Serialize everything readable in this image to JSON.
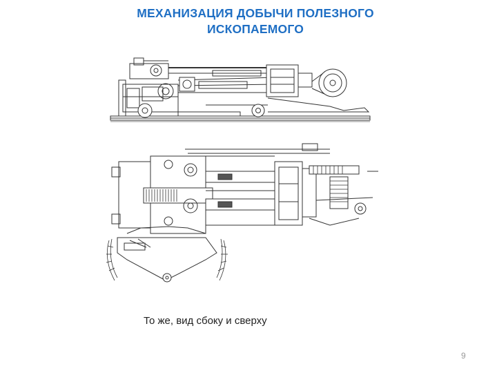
{
  "slide": {
    "title_line1": "МЕХАНИЗАЦИЯ ДОБЫЧИ ПОЛЕЗНОГО",
    "title_line2": "ИСКОПАЕМОГО",
    "caption": "То же, вид сбоку и сверху",
    "page_number": "9",
    "title_color": "#1f6fc4"
  },
  "figure": {
    "content": "technical line drawing of mining machine: side view (top) and plan view (bottom)"
  }
}
